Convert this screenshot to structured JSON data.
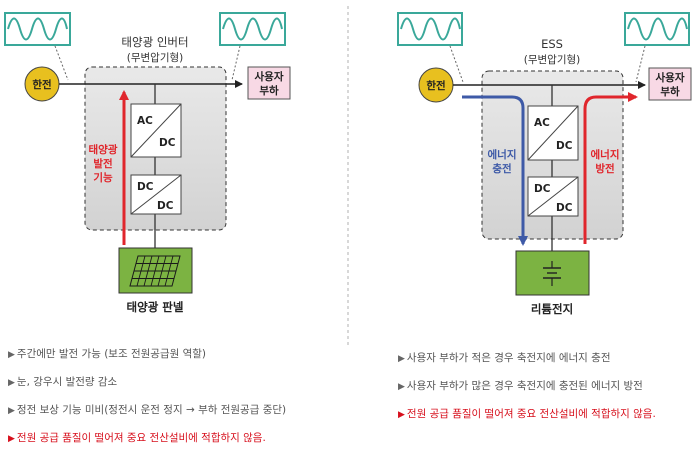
{
  "colors": {
    "grid_red": "#e60012",
    "charge_blue": "#3e5aa7",
    "discharge_red": "#e0262c",
    "panel_green": "#7cb342",
    "grid_yellow": "#e8c01f",
    "wave_teal": "#3aa89a",
    "box_gray": "#dcdcdc",
    "load_pink": "#f8d9e5"
  },
  "left": {
    "title_line1": "태양광 인버터",
    "title_line2": "(무변압기형)",
    "grid_label": "한전",
    "load_line1": "사용자",
    "load_line2": "부하",
    "ac_label": "AC",
    "dc_label": "DC",
    "dc2_top": "DC",
    "dc2_bottom": "DC",
    "flow_line1": "태양광",
    "flow_line2": "발전",
    "flow_line3": "기능",
    "source_label": "태양광 판넬",
    "bullets": [
      "주간에만 발전 가능 (보조 전원공급원 역할)",
      "눈, 강우시 발전량 감소",
      "정전 보상 기능 미비(정전시 운전 정지 → 부하 전원공급 중단)"
    ],
    "warning": "전원 공급 품질이 떨어져 중요 전산설비에 적합하지 않음."
  },
  "right": {
    "title_line1": "ESS",
    "title_line2": "(무변압기형)",
    "grid_label": "한전",
    "load_line1": "사용자",
    "load_line2": "부하",
    "ac_label": "AC",
    "dc_label": "DC",
    "dc2_top": "DC",
    "dc2_bottom": "DC",
    "charge_line1": "에너지",
    "charge_line2": "충전",
    "discharge_line1": "에너지",
    "discharge_line2": "방전",
    "source_label": "리튬전지",
    "bullets": [
      "사용자 부하가 적은 경우 축전지에 에너지 충전",
      "사용자 부하가 많은 경우 축전지에 충전된 에너지 방전"
    ],
    "warning": "전원 공급 품질이 떨어져 중요 전산설비에 적합하지 않음."
  }
}
